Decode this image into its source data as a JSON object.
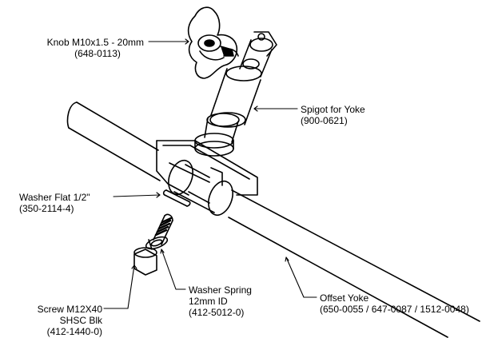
{
  "labels": {
    "knob": {
      "name": "Knob M10x1.5 - 20mm",
      "part": "(648-0113)"
    },
    "spigot": {
      "name": "Spigot for Yoke",
      "part": "(900-0621)"
    },
    "washer_flat": {
      "name": "Washer Flat 1/2\"",
      "part": "(350-2114-4)"
    },
    "washer_spring": {
      "name": "Washer Spring",
      "size": "12mm ID",
      "part": "(412-5012-0)"
    },
    "screw": {
      "name": "Screw M12X40",
      "type": "SHSC Blk",
      "part": "(412-1440-0)"
    },
    "offset_yoke": {
      "name": "Offset Yoke",
      "part": "(650-0055 / 647-0087 / 1512-0048)"
    }
  }
}
